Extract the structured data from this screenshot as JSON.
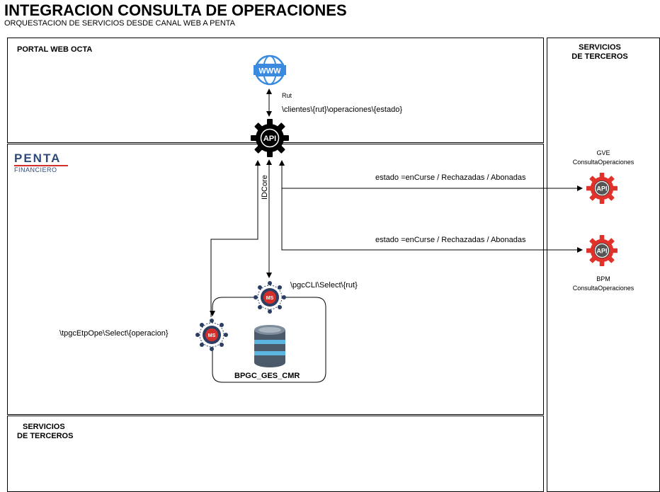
{
  "header": {
    "title": "INTEGRACION CONSULTA DE OPERACIONES",
    "subtitle": "ORQUESTACION DE SERVICIOS DESDE CANAL WEB A PENTA"
  },
  "zones": {
    "portal": "PORTAL WEB OCTA",
    "penta_logo_top": "PENTA",
    "penta_logo_bottom": "FINANCIERO",
    "terceros_right_line1": "SERVICIOS",
    "terceros_right_line2": "DE TERCEROS",
    "terceros_bottom_line1": "SERVICIOS",
    "terceros_bottom_line2": "DE TERCEROS"
  },
  "nodes": {
    "www_icon_text": "WWW",
    "api_main_text": "API",
    "gve_api_text": "API",
    "bpm_api_text": "API",
    "ms_cli_text": "MS",
    "ms_etp_text": "MS",
    "gve_label_1": "GVE",
    "gve_label_2": "ConsultaOperaciones",
    "bpm_label_1": "BPM",
    "bpm_label_2": "ConsultaOperaciones",
    "db_label": "BPGC_GES_CMR"
  },
  "edges": {
    "rut_label": "Rut",
    "route_label": "\\clientes\\{rut}\\operaciones\\{estado}",
    "idcore_label": "IDCore",
    "gve_estado": "estado =enCurse / Rechazadas / Abonadas",
    "bpm_estado": "estado =enCurse / Rechazadas / Abonadas",
    "pgccli_label": "\\pgcCLI\\Select\\{rut}",
    "tpgc_label": "\\tpgcEtpOpe\\Select\\{operacion}"
  },
  "colors": {
    "api_main": "#000000",
    "api_external": "#e0312b",
    "ms_ring": "#2c3e63",
    "ms_core": "#d3302b",
    "www": "#3a8be0",
    "db_body": "#4a5a6a",
    "db_band": "#5bb5e0",
    "penta_blue": "#2d4a7a",
    "penta_red": "#d3302b"
  }
}
